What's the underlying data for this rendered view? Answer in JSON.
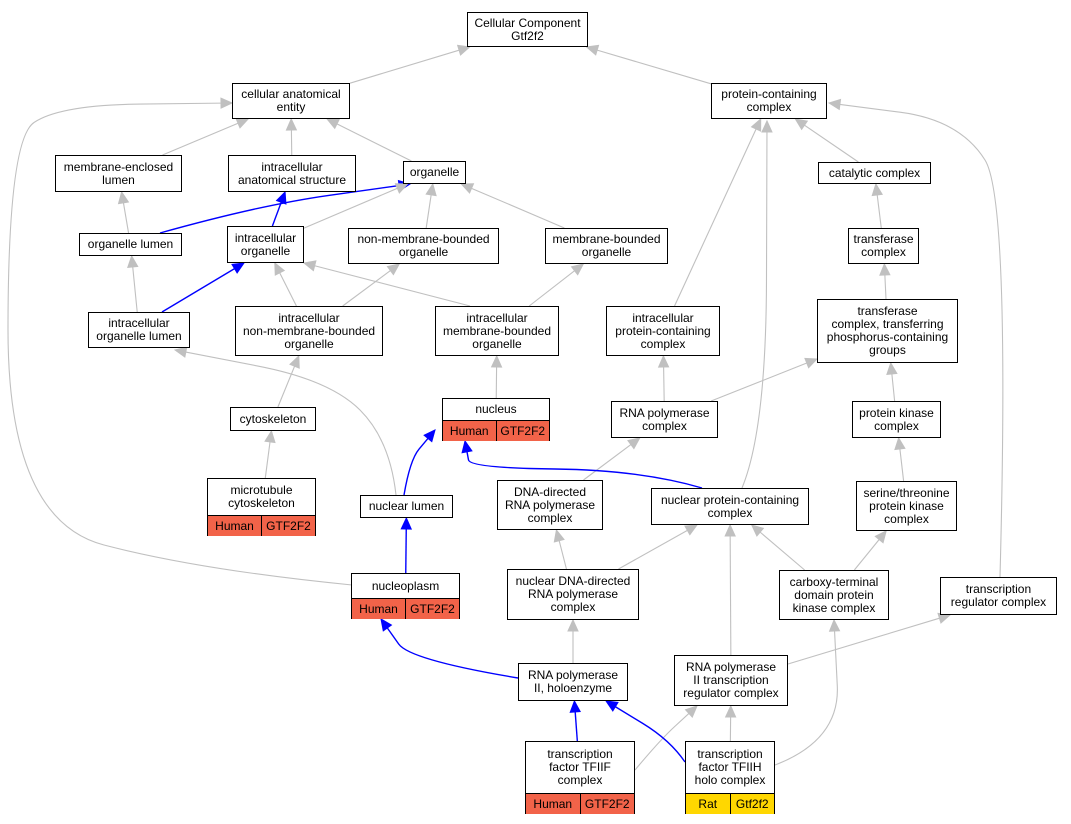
{
  "colors": {
    "edge_gray": "#c0c0c0",
    "edge_blue": "#0000ff",
    "human": "#f26349",
    "rat": "#ffd700"
  },
  "nodes": {
    "cellular_component": "Cellular Component\nGtf2f2",
    "cellular_anatomical_entity": "cellular anatomical\nentity",
    "protein_containing_complex": "protein-containing\ncomplex",
    "membrane_enclosed_lumen": "membrane-enclosed\nlumen",
    "intracellular_anatomical_structure": "intracellular\nanatomical structure",
    "organelle": "organelle",
    "catalytic_complex": "catalytic complex",
    "organelle_lumen": "organelle lumen",
    "intracellular_organelle": "intracellular\norganelle",
    "non_membrane_bounded_organelle": "non-membrane-bounded\norganelle",
    "membrane_bounded_organelle": "membrane-bounded\norganelle",
    "transferase_complex": "transferase\ncomplex",
    "intracellular_organelle_lumen": "intracellular\norganelle lumen",
    "intracellular_nmb_organelle": "intracellular\nnon-membrane-bounded\norganelle",
    "intracellular_mb_organelle": "intracellular\nmembrane-bounded\norganelle",
    "intracellular_protein_containing_complex": "intracellular\nprotein-containing\ncomplex",
    "transferase_complex_phospho": "transferase\ncomplex, transferring\nphosphorus-containing\ngroups",
    "nucleus": "nucleus",
    "cytoskeleton": "cytoskeleton",
    "rna_polymerase_complex": "RNA polymerase\ncomplex",
    "protein_kinase_complex": "protein kinase\ncomplex",
    "microtubule_cytoskeleton": "microtubule\ncytoskeleton",
    "nuclear_lumen": "nuclear lumen",
    "dna_directed_rna_polymerase_complex": "DNA-directed\nRNA polymerase\ncomplex",
    "nuclear_protein_containing_complex": "nuclear protein-containing\ncomplex",
    "serine_threonine_protein_kinase_complex": "serine/threonine\nprotein kinase\ncomplex",
    "nucleoplasm": "nucleoplasm",
    "nuclear_dna_directed_rna_polymerase_complex": "nuclear DNA-directed\nRNA polymerase\ncomplex",
    "carboxy_terminal_domain_protein_kinase_complex": "carboxy-terminal\ndomain protein\nkinase complex",
    "transcription_regulator_complex": "transcription\nregulator complex",
    "rna_polymerase_ii_holoenzyme": "RNA polymerase\nII, holoenzyme",
    "rna_polymerase_ii_transcription_regulator_complex": "RNA polymerase\nII transcription\nregulator complex",
    "transcription_factor_tfiif_complex": "transcription\nfactor TFIIF\ncomplex",
    "transcription_factor_tfiih_holo_complex": "transcription\nfactor TFIIH\nholo complex"
  },
  "annotations": {
    "nucleus": {
      "species": "Human",
      "gene": "GTF2F2"
    },
    "microtubule_cytoskeleton": {
      "species": "Human",
      "gene": "GTF2F2"
    },
    "nucleoplasm": {
      "species": "Human",
      "gene": "GTF2F2"
    },
    "transcription_factor_tfiif_complex": {
      "species": "Human",
      "gene": "GTF2F2"
    },
    "transcription_factor_tfiih_holo_complex": {
      "species": "Rat",
      "gene": "Gtf2f2"
    }
  },
  "edges": [
    {
      "from": "cellular_anatomical_entity",
      "to": "cellular_component",
      "color": "gray"
    },
    {
      "from": "protein_containing_complex",
      "to": "cellular_component",
      "color": "gray"
    },
    {
      "from": "membrane_enclosed_lumen",
      "to": "cellular_anatomical_entity",
      "color": "gray"
    },
    {
      "from": "intracellular_anatomical_structure",
      "to": "cellular_anatomical_entity",
      "color": "gray"
    },
    {
      "from": "organelle",
      "to": "cellular_anatomical_entity",
      "color": "gray"
    },
    {
      "from": "catalytic_complex",
      "to": "protein_containing_complex",
      "color": "gray"
    },
    {
      "from": "organelle_lumen",
      "to": "membrane_enclosed_lumen",
      "color": "gray"
    },
    {
      "from": "organelle_lumen",
      "to": "organelle",
      "color": "blue"
    },
    {
      "from": "intracellular_organelle",
      "to": "intracellular_anatomical_structure",
      "color": "blue"
    },
    {
      "from": "intracellular_organelle",
      "to": "organelle",
      "color": "gray"
    },
    {
      "from": "non_membrane_bounded_organelle",
      "to": "organelle",
      "color": "gray"
    },
    {
      "from": "membrane_bounded_organelle",
      "to": "organelle",
      "color": "gray"
    },
    {
      "from": "transferase_complex",
      "to": "catalytic_complex",
      "color": "gray"
    },
    {
      "from": "intracellular_organelle_lumen",
      "to": "organelle_lumen",
      "color": "gray"
    },
    {
      "from": "intracellular_organelle_lumen",
      "to": "intracellular_organelle",
      "color": "blue"
    },
    {
      "from": "intracellular_nmb_organelle",
      "to": "intracellular_organelle",
      "color": "gray"
    },
    {
      "from": "intracellular_nmb_organelle",
      "to": "non_membrane_bounded_organelle",
      "color": "gray"
    },
    {
      "from": "intracellular_mb_organelle",
      "to": "intracellular_organelle",
      "color": "gray"
    },
    {
      "from": "intracellular_mb_organelle",
      "to": "membrane_bounded_organelle",
      "color": "gray"
    },
    {
      "from": "intracellular_protein_containing_complex",
      "to": "protein_containing_complex",
      "color": "gray"
    },
    {
      "from": "transferase_complex_phospho",
      "to": "transferase_complex",
      "color": "gray"
    },
    {
      "from": "nucleus",
      "to": "intracellular_mb_organelle",
      "color": "gray"
    },
    {
      "from": "cytoskeleton",
      "to": "intracellular_nmb_organelle",
      "color": "gray"
    },
    {
      "from": "rna_polymerase_complex",
      "to": "intracellular_protein_containing_complex",
      "color": "gray"
    },
    {
      "from": "rna_polymerase_complex",
      "to": "transferase_complex_phospho",
      "color": "gray"
    },
    {
      "from": "protein_kinase_complex",
      "to": "transferase_complex_phospho",
      "color": "gray"
    },
    {
      "from": "microtubule_cytoskeleton",
      "to": "cytoskeleton",
      "color": "gray"
    },
    {
      "from": "nuclear_lumen",
      "to": "intracellular_organelle_lumen",
      "color": "gray"
    },
    {
      "from": "nuclear_lumen",
      "to": "nucleus",
      "color": "blue"
    },
    {
      "from": "dna_directed_rna_polymerase_complex",
      "to": "rna_polymerase_complex",
      "color": "gray"
    },
    {
      "from": "nuclear_protein_containing_complex",
      "to": "nucleus",
      "color": "blue"
    },
    {
      "from": "nuclear_protein_containing_complex",
      "to": "protein_containing_complex",
      "color": "gray"
    },
    {
      "from": "serine_threonine_protein_kinase_complex",
      "to": "protein_kinase_complex",
      "color": "gray"
    },
    {
      "from": "nucleoplasm",
      "to": "nuclear_lumen",
      "color": "blue"
    },
    {
      "from": "nucleoplasm",
      "to": "cellular_anatomical_entity",
      "color": "gray"
    },
    {
      "from": "nuclear_dna_directed_rna_polymerase_complex",
      "to": "dna_directed_rna_polymerase_complex",
      "color": "gray"
    },
    {
      "from": "nuclear_dna_directed_rna_polymerase_complex",
      "to": "nuclear_protein_containing_complex",
      "color": "gray"
    },
    {
      "from": "carboxy_terminal_domain_protein_kinase_complex",
      "to": "nuclear_protein_containing_complex",
      "color": "gray"
    },
    {
      "from": "carboxy_terminal_domain_protein_kinase_complex",
      "to": "serine_threonine_protein_kinase_complex",
      "color": "gray"
    },
    {
      "from": "transcription_regulator_complex",
      "to": "protein_containing_complex",
      "color": "gray"
    },
    {
      "from": "rna_polymerase_ii_holoenzyme",
      "to": "nucleoplasm",
      "color": "blue"
    },
    {
      "from": "rna_polymerase_ii_holoenzyme",
      "to": "nuclear_dna_directed_rna_polymerase_complex",
      "color": "gray"
    },
    {
      "from": "rna_polymerase_ii_transcription_regulator_complex",
      "to": "nuclear_protein_containing_complex",
      "color": "gray"
    },
    {
      "from": "rna_polymerase_ii_transcription_regulator_complex",
      "to": "transcription_regulator_complex",
      "color": "gray"
    },
    {
      "from": "transcription_factor_tfiif_complex",
      "to": "rna_polymerase_ii_holoenzyme",
      "color": "blue"
    },
    {
      "from": "transcription_factor_tfiif_complex",
      "to": "rna_polymerase_ii_transcription_regulator_complex",
      "color": "gray"
    },
    {
      "from": "transcription_factor_tfiih_holo_complex",
      "to": "rna_polymerase_ii_holoenzyme",
      "color": "blue"
    },
    {
      "from": "transcription_factor_tfiih_holo_complex",
      "to": "rna_polymerase_ii_transcription_regulator_complex",
      "color": "gray"
    },
    {
      "from": "transcription_factor_tfiih_holo_complex",
      "to": "carboxy_terminal_domain_protein_kinase_complex",
      "color": "gray"
    }
  ]
}
